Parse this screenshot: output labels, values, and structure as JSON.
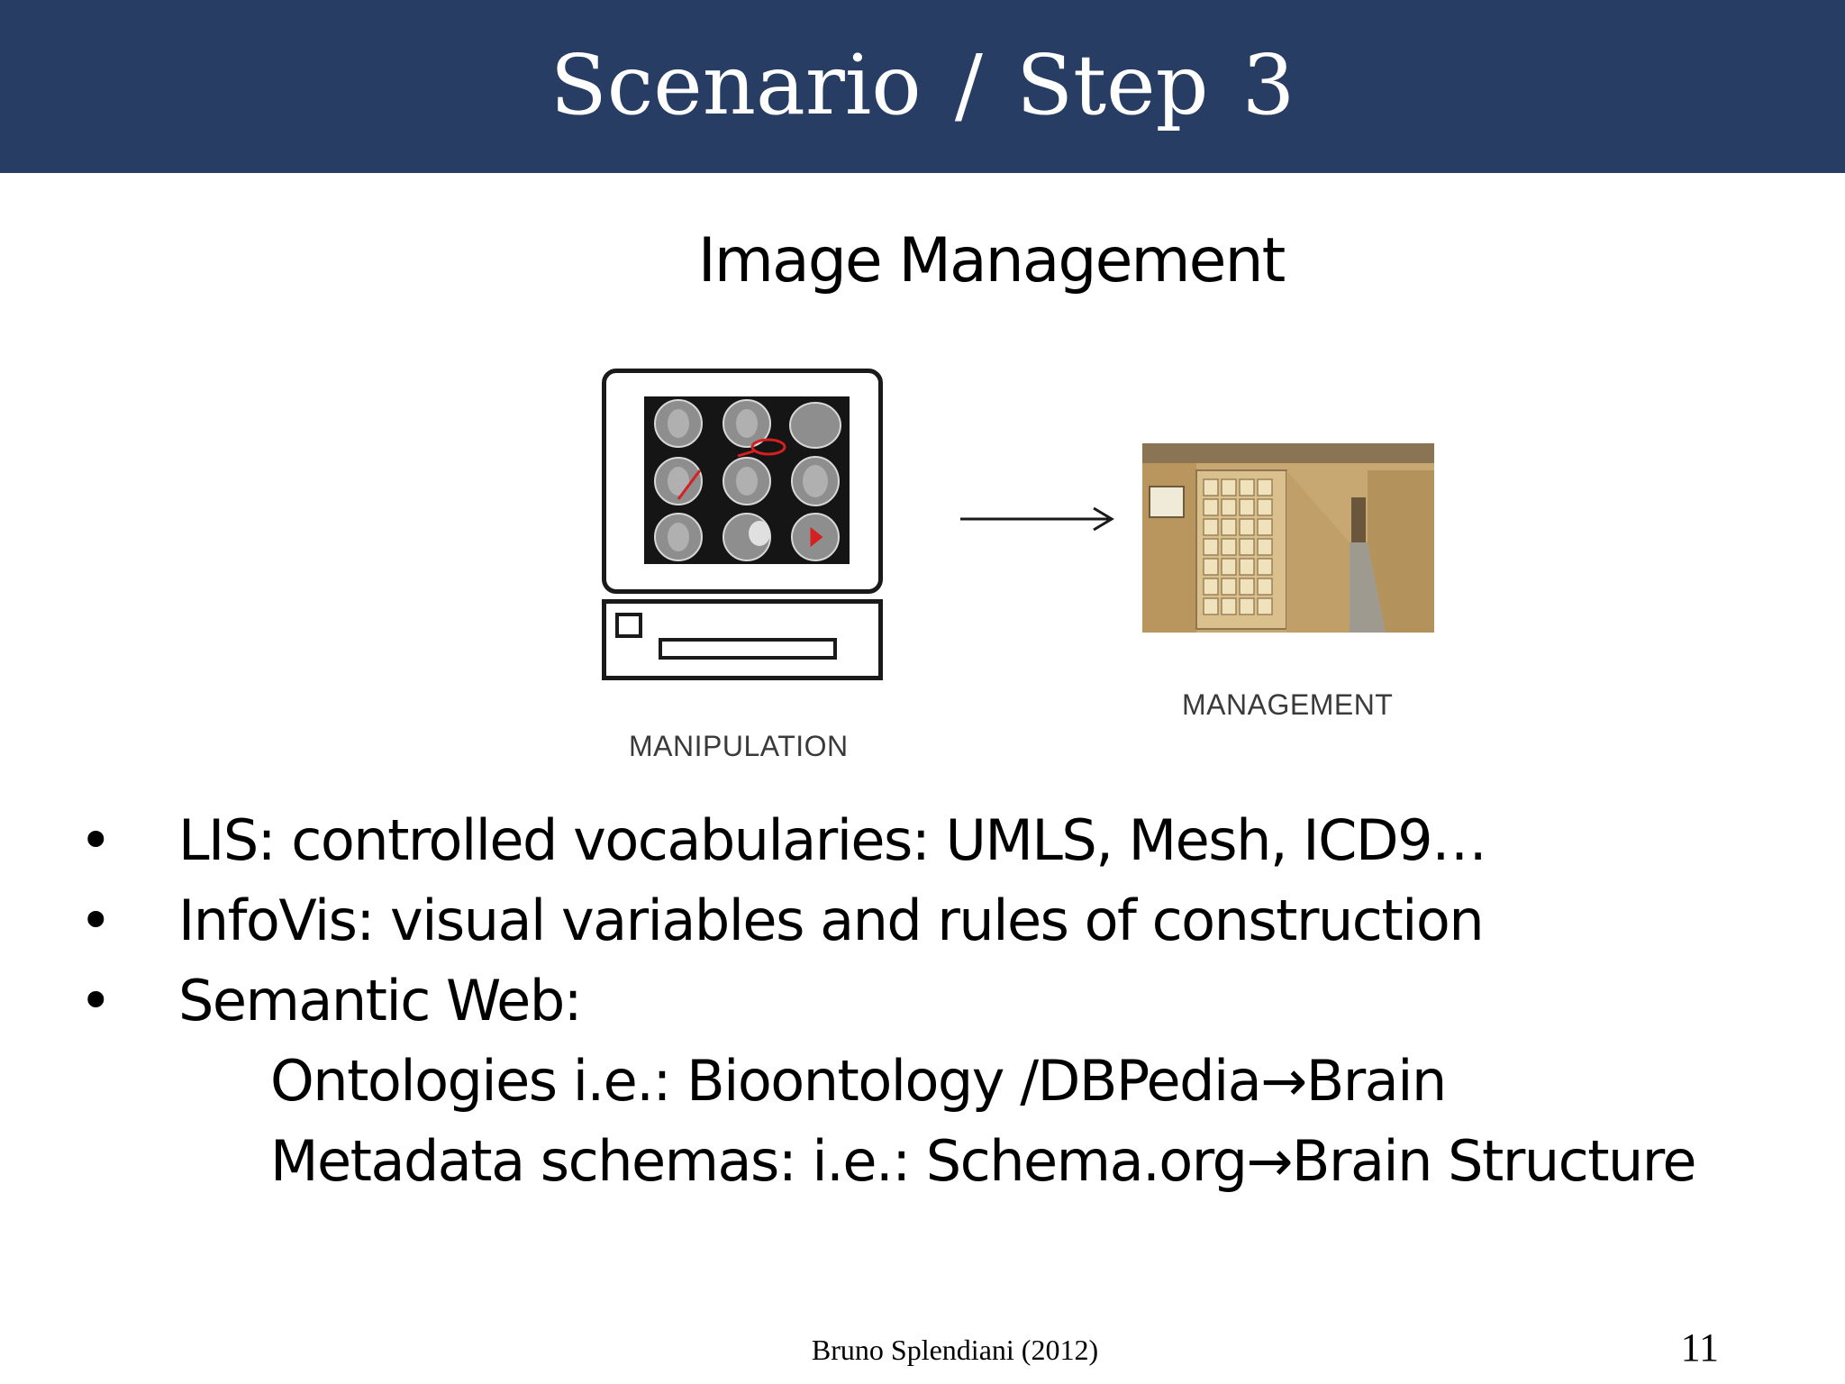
{
  "slide": {
    "title": "Scenario / Step 3",
    "subtitle": "Image Management"
  },
  "diagram": {
    "left_label": "MANIPULATION",
    "right_label": "MANAGEMENT",
    "arrow_color": "#1a1a1a",
    "scan_accent_color": "#d42020"
  },
  "bullets": [
    {
      "text": "LIS: controlled vocabularies: UMLS, Mesh, ICD9…"
    },
    {
      "text": "InfoVis: visual variables and rules of construction"
    },
    {
      "text": "Semantic Web:"
    }
  ],
  "sub_items": [
    {
      "text": "Ontologies   i.e.: Bioontology /DBPedia→Brain"
    },
    {
      "text": "Metadata schemas: i.e.: Schema.org→Brain Structure"
    }
  ],
  "bullet_glyph": "•",
  "footer": {
    "author": "Bruno Splendiani (2012)",
    "page_number": "11"
  },
  "colors": {
    "title_bar": "#283d63",
    "title_text": "#ffffff"
  }
}
